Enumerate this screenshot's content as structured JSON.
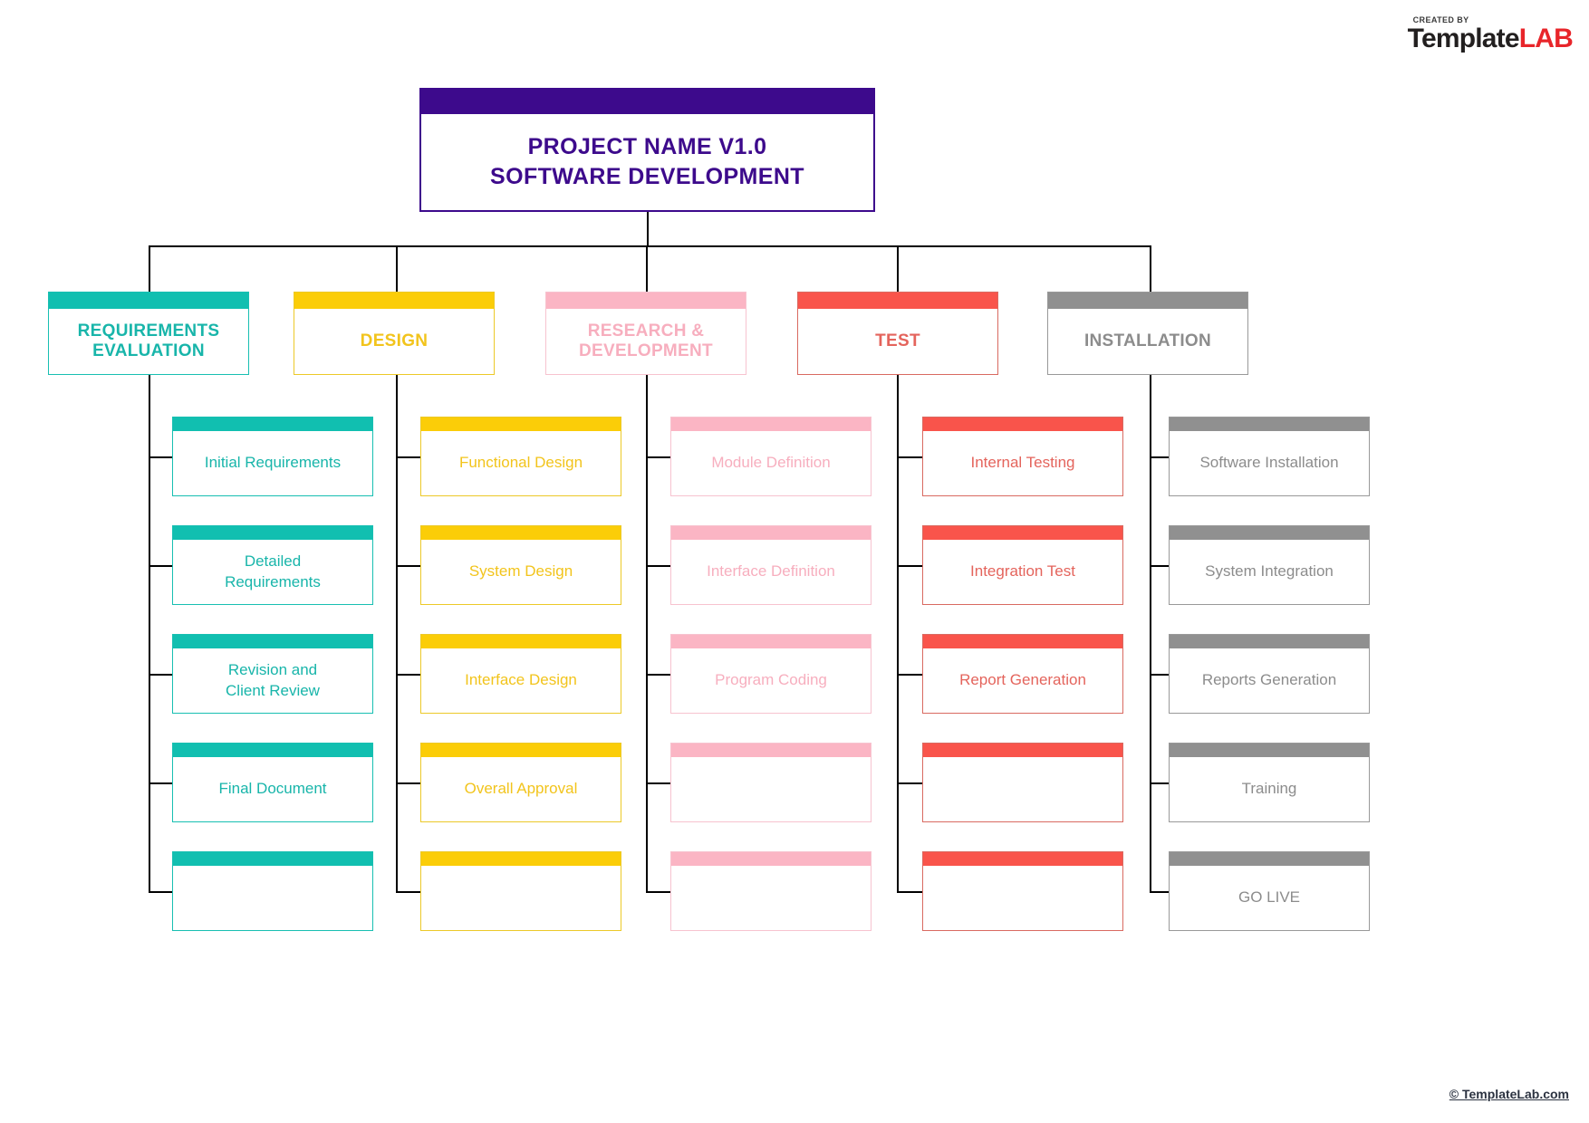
{
  "logo": {
    "created_by": "CREATED BY",
    "name_dark": "Template",
    "name_accent": "LAB",
    "accent_color": "#e8252a"
  },
  "root": {
    "line1": "PROJECT NAME V1.0",
    "line2": "SOFTWARE DEVELOPMENT",
    "color": "#3d0a8c"
  },
  "columns": [
    {
      "id": "requirements-evaluation",
      "label_line1": "REQUIREMENTS",
      "label_line2": "EVALUATION",
      "bar_color": "#11bfb0",
      "border_color": "#18bfb2",
      "text_color": "#18b5aa",
      "items": [
        {
          "line1": "Initial Requirements",
          "line2": ""
        },
        {
          "line1": "Detailed",
          "line2": "Requirements"
        },
        {
          "line1": "Revision and",
          "line2": "Client Review"
        },
        {
          "line1": "Final Document",
          "line2": ""
        },
        {
          "line1": "",
          "line2": ""
        }
      ]
    },
    {
      "id": "design",
      "label_line1": "DESIGN",
      "label_line2": "",
      "bar_color": "#fbcd08",
      "border_color": "#ecc928",
      "text_color": "#f2c41c",
      "items": [
        {
          "line1": "Functional Design",
          "line2": ""
        },
        {
          "line1": "System Design",
          "line2": ""
        },
        {
          "line1": "Interface Design",
          "line2": ""
        },
        {
          "line1": "Overall Approval",
          "line2": ""
        },
        {
          "line1": "",
          "line2": ""
        }
      ]
    },
    {
      "id": "research-and-development",
      "label_line1": "RESEARCH &",
      "label_line2": "DEVELOPMENT",
      "bar_color": "#fbb5c4",
      "border_color": "#f7c3cf",
      "text_color": "#f7aebe",
      "items": [
        {
          "line1": "Module Definition",
          "line2": ""
        },
        {
          "line1": "Interface Definition",
          "line2": ""
        },
        {
          "line1": "Program Coding",
          "line2": ""
        },
        {
          "line1": "",
          "line2": ""
        },
        {
          "line1": "",
          "line2": ""
        }
      ]
    },
    {
      "id": "test",
      "label_line1": "TEST",
      "label_line2": "",
      "bar_color": "#f9544b",
      "border_color": "#d96a61",
      "text_color": "#e4645c",
      "items": [
        {
          "line1": "Internal Testing",
          "line2": ""
        },
        {
          "line1": "Integration Test",
          "line2": ""
        },
        {
          "line1": "Report Generation",
          "line2": ""
        },
        {
          "line1": "",
          "line2": ""
        },
        {
          "line1": "",
          "line2": ""
        }
      ]
    },
    {
      "id": "installation",
      "label_line1": "INSTALLATION",
      "label_line2": "",
      "bar_color": "#909090",
      "border_color": "#999999",
      "text_color": "#8c8c8c",
      "items": [
        {
          "line1": "Software Installation",
          "line2": ""
        },
        {
          "line1": "System Integration",
          "line2": ""
        },
        {
          "line1": "Reports Generation",
          "line2": ""
        },
        {
          "line1": "Training",
          "line2": ""
        },
        {
          "line1": "GO LIVE",
          "line2": ""
        }
      ]
    }
  ],
  "footer": {
    "copyright": "© TemplateLab.com"
  }
}
